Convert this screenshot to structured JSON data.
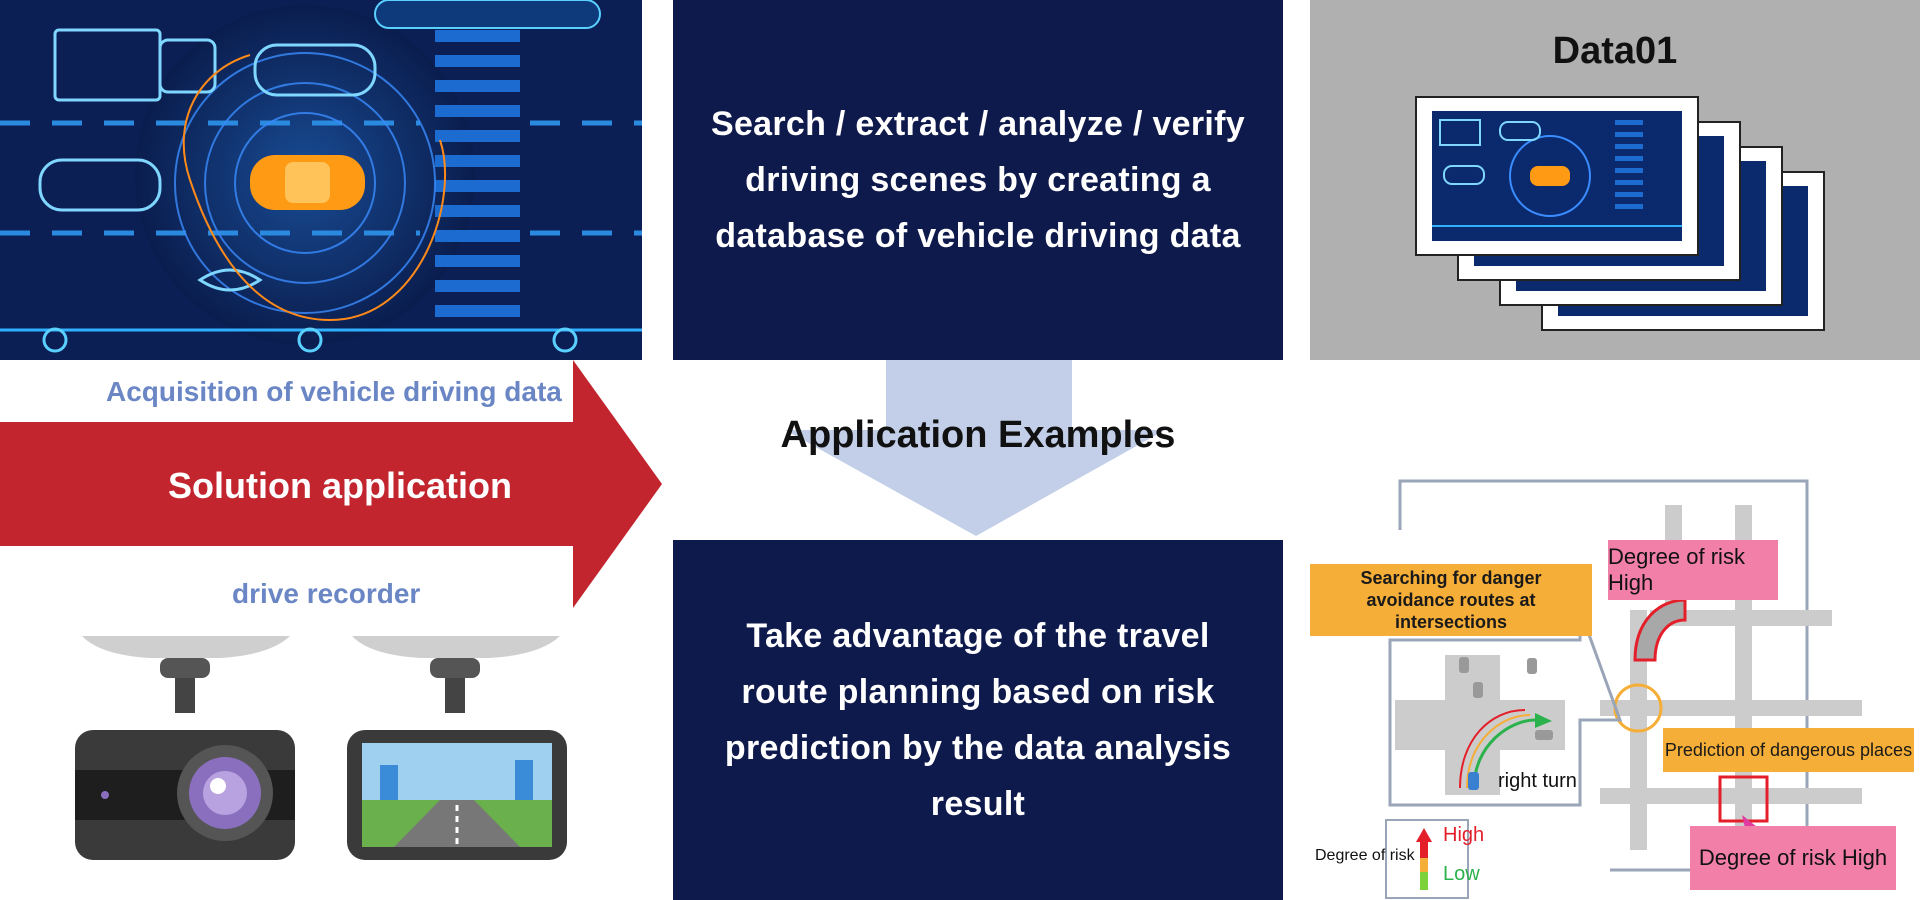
{
  "top_center_text": "Search / extract / analyze / verify\ndriving scenes by creating a\ndatabase of vehicle driving data",
  "bottom_center_text": "Take advantage of the travel\nroute planning based on risk\nprediction by the data analysis result",
  "data_title": "Data01",
  "acquisition_label": "Acquisition of vehicle driving data",
  "solution_label": "Solution application",
  "recorder_label": "drive recorder",
  "application_title": "Application Examples",
  "map": {
    "search_tag": "Searching for danger\navoidance routes at intersections",
    "risk_high_top": "Degree of risk  High",
    "risk_high_bottom": "Degree of risk  High",
    "prediction_tag": "Prediction of dangerous places",
    "right_turn": "right turn",
    "legend_label": "Degree of risk",
    "legend_high": "High",
    "legend_low": "Low"
  },
  "colors": {
    "navy": "#0f1a4c",
    "arrow_red": "#c2252e",
    "label_blue": "#6a86c4",
    "down_arrow": "#c3cfe8",
    "orange": "#f5ae37",
    "pink": "#f27fa8"
  }
}
